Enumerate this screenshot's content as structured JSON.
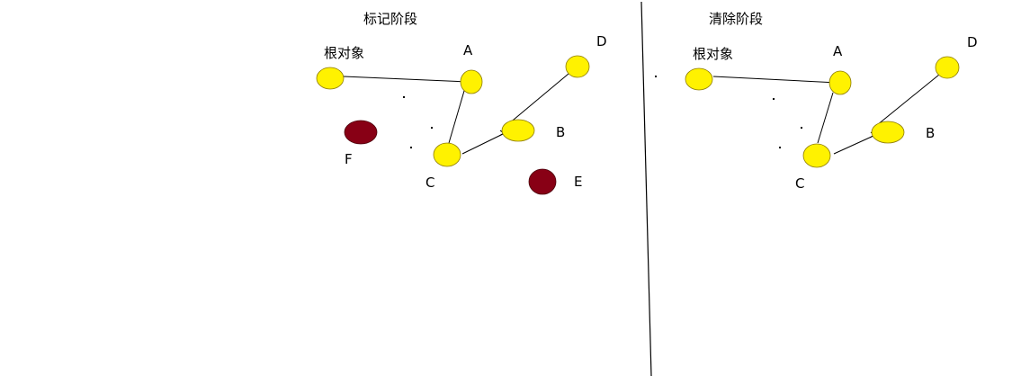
{
  "colors": {
    "reachable": "#FFF200",
    "reachable_stroke": "#8C7A00",
    "garbage": "#880015",
    "garbage_stroke": "#4A000B",
    "line": "#000000",
    "background": "#FFFFFF"
  },
  "panels": {
    "mark": {
      "title": "标记阶段",
      "nodes": {
        "root": {
          "label": "根对象",
          "state": "reachable"
        },
        "A": {
          "label": "A",
          "state": "reachable"
        },
        "B": {
          "label": "B",
          "state": "reachable"
        },
        "C": {
          "label": "C",
          "state": "reachable"
        },
        "D": {
          "label": "D",
          "state": "reachable"
        },
        "E": {
          "label": "E",
          "state": "garbage"
        },
        "F": {
          "label": "F",
          "state": "garbage"
        }
      }
    },
    "sweep": {
      "title": "清除阶段",
      "nodes": {
        "root": {
          "label": "根对象",
          "state": "reachable"
        },
        "A": {
          "label": "A",
          "state": "reachable"
        },
        "B": {
          "label": "B",
          "state": "reachable"
        },
        "C": {
          "label": "C",
          "state": "reachable"
        },
        "D": {
          "label": "D",
          "state": "reachable"
        }
      }
    }
  },
  "edges": [
    [
      "root",
      "A"
    ],
    [
      "A",
      "C"
    ],
    [
      "C",
      "B"
    ],
    [
      "B",
      "D"
    ]
  ]
}
